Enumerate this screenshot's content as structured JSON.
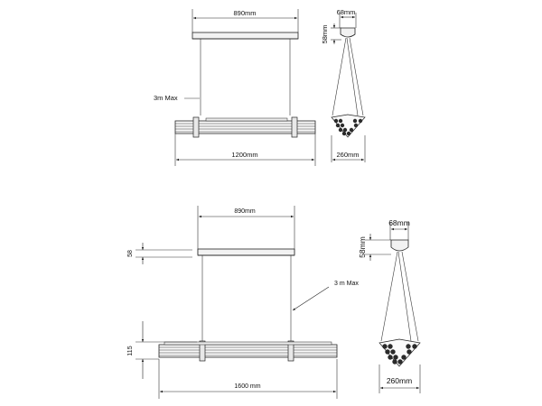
{
  "top_front": {
    "canopy_width": "890mm",
    "cable_length": "3m Max",
    "body_length": "1200mm"
  },
  "top_side": {
    "canopy_width": "68mm",
    "canopy_height": "58mm",
    "body_width": "260mm"
  },
  "bottom_front": {
    "canopy_width": "890mm",
    "canopy_height": "58",
    "cable_length": "3 m Max",
    "body_height": "115",
    "body_length": "1600 mm"
  },
  "bottom_side": {
    "canopy_width": "68mm",
    "canopy_height": "58mm",
    "body_width": "260mm"
  }
}
